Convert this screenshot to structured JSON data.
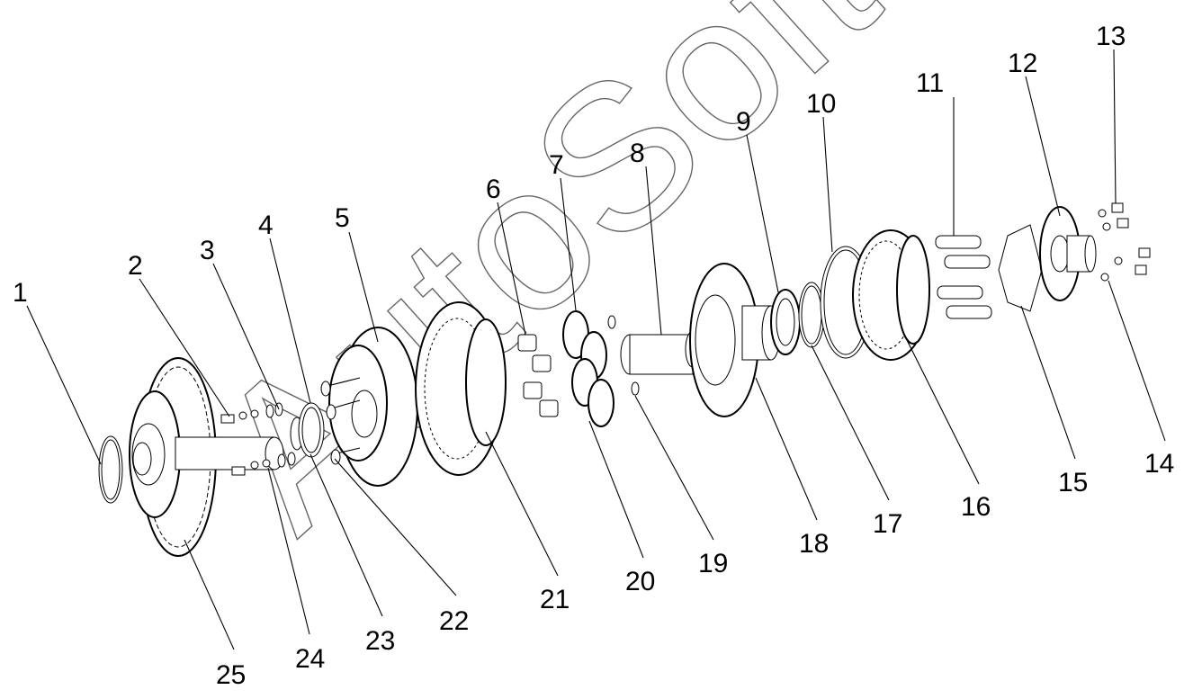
{
  "diagram": {
    "watermark": "AutoSoft",
    "callouts": [
      {
        "id": "1",
        "label": "1"
      },
      {
        "id": "2",
        "label": "2"
      },
      {
        "id": "3",
        "label": "3"
      },
      {
        "id": "4",
        "label": "4"
      },
      {
        "id": "5",
        "label": "5"
      },
      {
        "id": "6",
        "label": "6"
      },
      {
        "id": "7",
        "label": "7"
      },
      {
        "id": "8",
        "label": "8"
      },
      {
        "id": "9",
        "label": "9"
      },
      {
        "id": "10",
        "label": "10"
      },
      {
        "id": "11",
        "label": "11"
      },
      {
        "id": "12",
        "label": "12"
      },
      {
        "id": "13",
        "label": "13"
      },
      {
        "id": "14",
        "label": "14"
      },
      {
        "id": "15",
        "label": "15"
      },
      {
        "id": "16",
        "label": "16"
      },
      {
        "id": "17",
        "label": "17"
      },
      {
        "id": "18",
        "label": "18"
      },
      {
        "id": "19",
        "label": "19"
      },
      {
        "id": "20",
        "label": "20"
      },
      {
        "id": "21",
        "label": "21"
      },
      {
        "id": "22",
        "label": "22"
      },
      {
        "id": "23",
        "label": "23"
      },
      {
        "id": "24",
        "label": "24"
      },
      {
        "id": "25",
        "label": "25"
      }
    ]
  }
}
